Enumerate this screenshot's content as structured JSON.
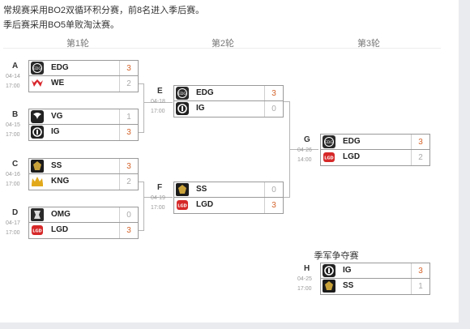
{
  "notes": {
    "line1": "常规赛采用BO2双循环积分赛，前8名进入季后赛。",
    "line2": "季后赛采用BO5单败淘汰赛。"
  },
  "rounds": [
    "第1轮",
    "第2轮",
    "第3轮"
  ],
  "third_place_title": "季军争夺赛",
  "matches": {
    "A": {
      "label": "A",
      "date": "04-14",
      "time": "17:00",
      "team1": {
        "name": "EDG",
        "score": "3",
        "logo": "edg-logo-icon"
      },
      "team2": {
        "name": "WE",
        "score": "2",
        "logo": "we-logo-icon"
      }
    },
    "B": {
      "label": "B",
      "date": "04-15",
      "time": "17:00",
      "team1": {
        "name": "VG",
        "score": "1",
        "logo": "vg-logo-icon"
      },
      "team2": {
        "name": "IG",
        "score": "3",
        "logo": "ig-logo-icon"
      }
    },
    "C": {
      "label": "C",
      "date": "04-16",
      "time": "17:00",
      "team1": {
        "name": "SS",
        "score": "3",
        "logo": "ss-logo-icon"
      },
      "team2": {
        "name": "KNG",
        "score": "2",
        "logo": "kng-logo-icon"
      }
    },
    "D": {
      "label": "D",
      "date": "04-17",
      "time": "17:00",
      "team1": {
        "name": "OMG",
        "score": "0",
        "logo": "omg-logo-icon"
      },
      "team2": {
        "name": "LGD",
        "score": "3",
        "logo": "lgd-logo-icon"
      }
    },
    "E": {
      "label": "E",
      "date": "04-18",
      "time": "17:00",
      "team1": {
        "name": "EDG",
        "score": "3",
        "logo": "edg-logo-icon"
      },
      "team2": {
        "name": "IG",
        "score": "0",
        "logo": "ig-logo-icon"
      }
    },
    "F": {
      "label": "F",
      "date": "04-19",
      "time": "17:00",
      "team1": {
        "name": "SS",
        "score": "0",
        "logo": "ss-logo-icon"
      },
      "team2": {
        "name": "LGD",
        "score": "3",
        "logo": "lgd-logo-icon"
      }
    },
    "G": {
      "label": "G",
      "date": "04-26",
      "time": "14:00",
      "team1": {
        "name": "EDG",
        "score": "3",
        "logo": "edg-logo-icon"
      },
      "team2": {
        "name": "LGD",
        "score": "2",
        "logo": "lgd-logo-icon"
      }
    },
    "H": {
      "label": "H",
      "date": "04-25",
      "time": "17:00",
      "team1": {
        "name": "IG",
        "score": "3",
        "logo": "ig-logo-icon"
      },
      "team2": {
        "name": "SS",
        "score": "1",
        "logo": "ss-logo-icon"
      }
    }
  },
  "colors": {
    "win": "#d4632a",
    "lose": "#aaaaaa",
    "border": "#9a9a9a"
  }
}
